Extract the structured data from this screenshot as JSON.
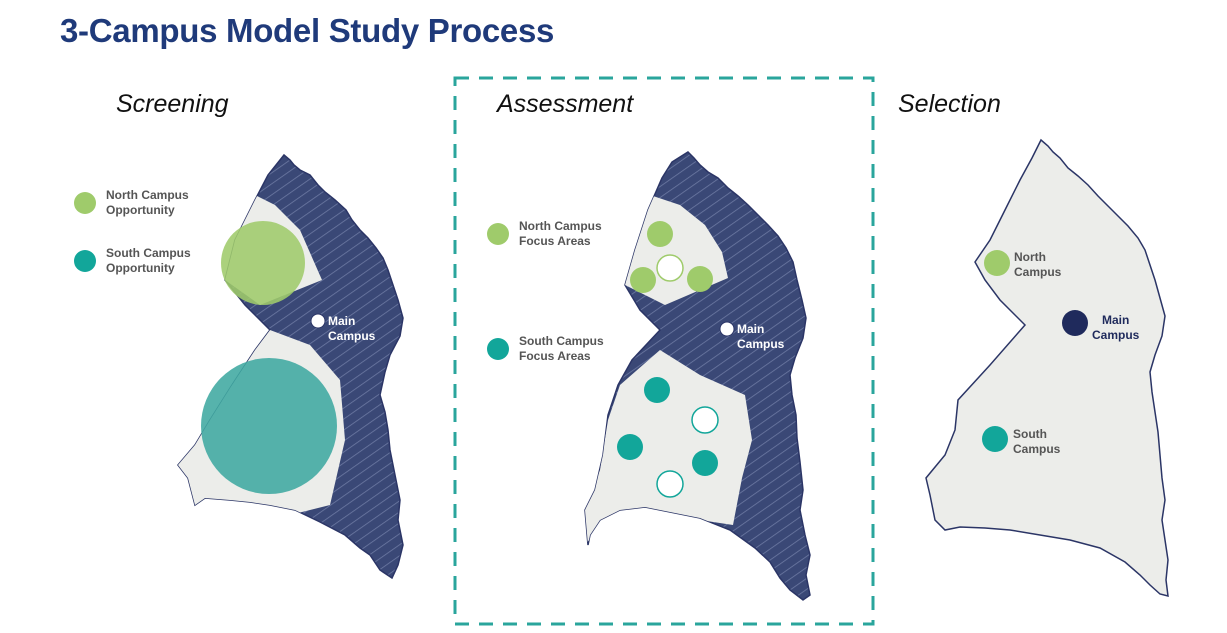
{
  "title": "3-Campus Model Study Process",
  "colors": {
    "title": "#1f3a7a",
    "hatch": "#3a4876",
    "land": "#ecedea",
    "north": "#9fcb6b",
    "south": "#12a69a",
    "main": "#1f2a5c",
    "frame": "#2aa59c"
  },
  "panels": [
    {
      "label": "Screening",
      "legend": [
        {
          "label": "North Campus\nOpportunity",
          "color": "#9fcb6b"
        },
        {
          "label": "South Campus\nOpportunity",
          "color": "#12a69a"
        }
      ],
      "main_label": "Main\nCampus"
    },
    {
      "label": "Assessment",
      "legend": [
        {
          "label": "North Campus\nFocus Areas",
          "color": "#9fcb6b"
        },
        {
          "label": "South Campus\nFocus Areas",
          "color": "#12a69a"
        }
      ],
      "main_label": "Main\nCampus"
    },
    {
      "label": "Selection",
      "north_label": "North\nCampus",
      "main_label": "Main\nCampus",
      "south_label": "South\nCampus"
    }
  ]
}
